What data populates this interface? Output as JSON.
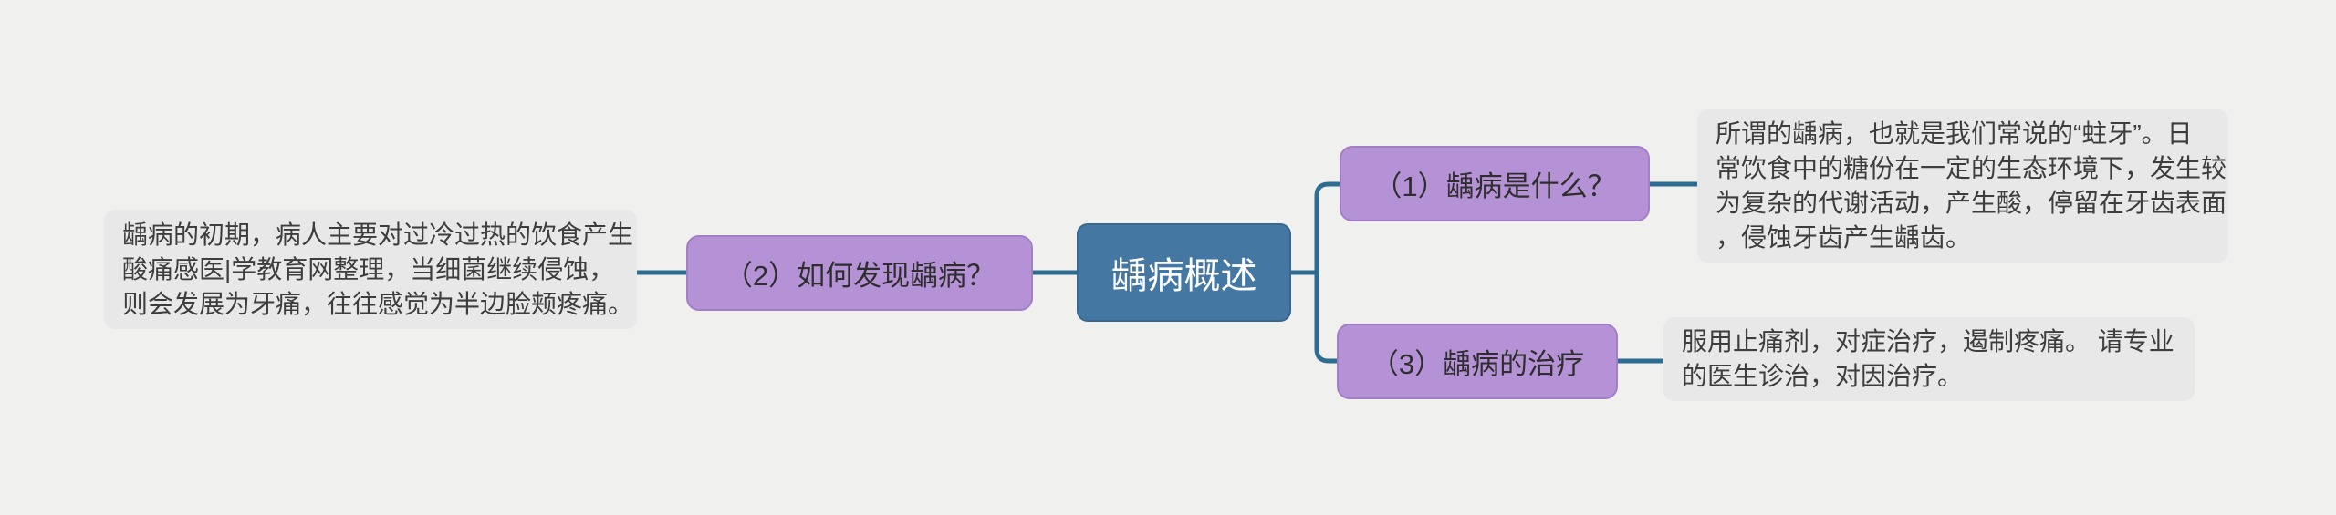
{
  "palette": {
    "background": "#f0f0ef",
    "note_background": "#e9e8e8",
    "branch_fill": "#b592d6",
    "branch_border": "#a27fc4",
    "root_fill": "#4478a3",
    "root_border": "#38678f",
    "connector_line": "#2e6d92",
    "note_text": "#3d3d3d",
    "branch_text": "#2e2e2e",
    "root_text": "#ffffff"
  },
  "root": {
    "label": "龋病概述"
  },
  "branches": [
    {
      "label": "（1）龋病是什么？",
      "note": {
        "lines": [
          "所谓的龋病，也就是我们常说的“蛀牙”。日",
          "常饮食中的糖份在一定的生态环境下，发生较",
          "为复杂的代谢活动，产生酸，停留在牙齿表面",
          "，侵蚀牙齿产生龋齿。"
        ]
      }
    },
    {
      "label": "（2）如何发现龋病？",
      "note": {
        "lines": [
          "龋病的初期，病人主要对过冷过热的饮食产生",
          "酸痛感医|学教育网整理，当细菌继续侵蚀，",
          "则会发展为牙痛，往往感觉为半边脸颊疼痛。"
        ]
      }
    },
    {
      "label": "（3）龋病的治疗",
      "note": {
        "lines": [
          "服用止痛剂，对症治疗，遏制疼痛。 请专业",
          "的医生诊治，对因治疗。"
        ]
      }
    }
  ]
}
